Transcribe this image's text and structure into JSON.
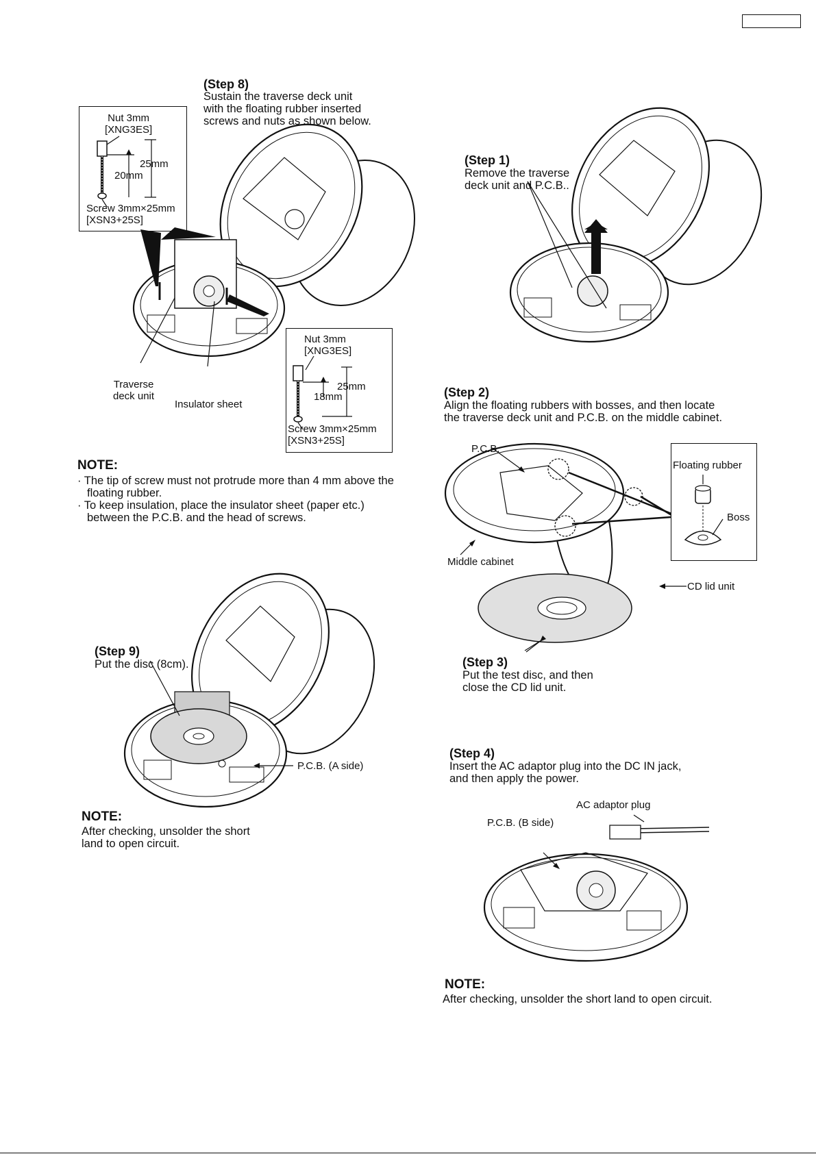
{
  "header": {
    "page_box": ""
  },
  "step8": {
    "title": "(Step 8)",
    "text": "Sustain the traverse deck unit\nwith the floating rubber inserted\nscrews and nuts as shown below.",
    "box_a": {
      "nut": "Nut 3mm\n[XNG3ES]",
      "len_total": "25mm",
      "len_thread": "20mm",
      "screw": "Screw 3mm×25mm\n[XSN3+25S]"
    },
    "box_b": {
      "nut": "Nut 3mm\n[XNG3ES]",
      "len_total": "25mm",
      "len_thread": "18mm",
      "screw": "Screw 3mm×25mm\n[XSN3+25S]"
    },
    "label_traverse": "Traverse\ndeck unit",
    "label_insulator": "Insulator sheet"
  },
  "note1": {
    "title": "NOTE:",
    "bullets": [
      "· The tip of screw must not protrude more than 4 mm above the floating rubber.",
      "· To keep insulation, place the insulator sheet (paper etc.) between the P.C.B. and the head of screws."
    ]
  },
  "step9": {
    "title": "(Step 9)",
    "text": "Put the disc (8cm).",
    "label_pcb": "P.C.B. (A side)"
  },
  "note2": {
    "title": "NOTE:",
    "text": "After checking, unsolder the short\nland to open circuit."
  },
  "step1": {
    "title": "(Step 1)",
    "text": "Remove the traverse\ndeck unit and P.C.B.."
  },
  "step2": {
    "title": "(Step 2)",
    "text": "Align the floating rubbers with bosses, and then locate\nthe traverse deck unit and P.C.B. on the middle cabinet.",
    "label_pcb": "P.C.B.",
    "label_middle": "Middle cabinet",
    "label_cdlid": "CD lid unit",
    "label_floating": "Floating rubber",
    "label_boss": "Boss"
  },
  "step3": {
    "title": "(Step 3)",
    "text": "Put the test disc, and then\nclose the CD lid unit."
  },
  "step4": {
    "title": "(Step 4)",
    "text": "Insert the AC adaptor plug into the DC IN jack,\nand then apply the power.",
    "label_ac": "AC adaptor plug",
    "label_pcb_b": "P.C.B. (B side)"
  },
  "note3": {
    "title": "NOTE:",
    "text": "After checking, unsolder the short land to open circuit."
  }
}
